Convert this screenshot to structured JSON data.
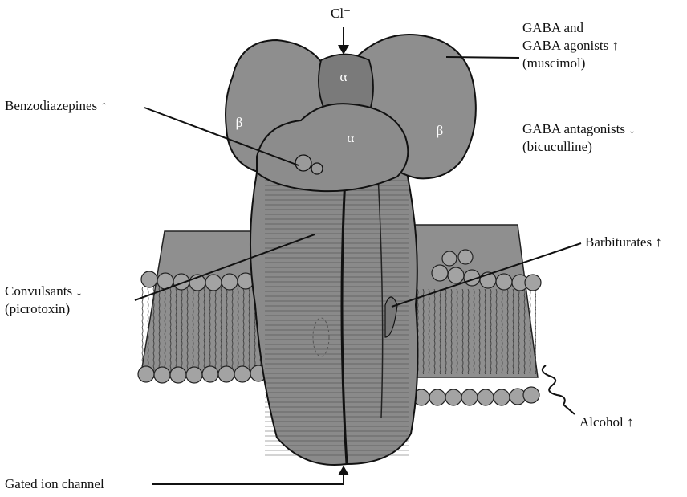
{
  "ion": "Cl⁻",
  "subunits": {
    "alpha_top": "α",
    "alpha_front": "α",
    "beta_left": "β",
    "beta_right": "β"
  },
  "labels": {
    "gaba_line1": "GABA and",
    "gaba_line2": "GABA agonists ↑",
    "gaba_line3": "(muscimol)",
    "antag_line1": "GABA antagonists ↓",
    "antag_line2": "(bicuculline)",
    "benzodiazepines": "Benzodiazepines ↑",
    "barbiturates": "Barbiturates ↑",
    "convulsants_line1": "Convulsants ↓",
    "convulsants_line2": "(picrotoxin)",
    "alcohol": "Alcohol ↑",
    "gated_channel": "Gated ion channel"
  }
}
